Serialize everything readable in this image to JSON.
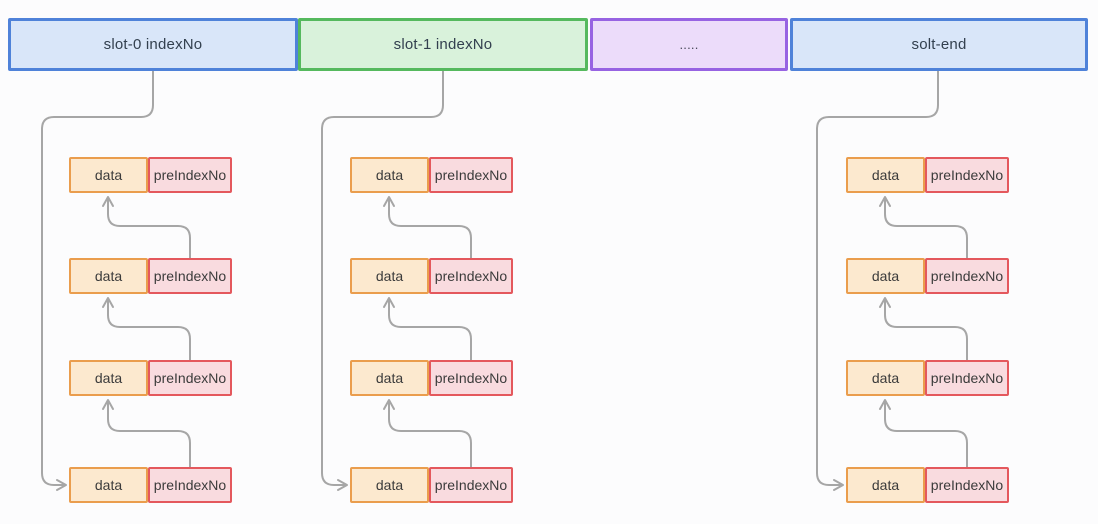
{
  "diagram": {
    "description": "Hash slot index diagram with linked node chains",
    "colors": {
      "background": "#fcfcfd",
      "connector_line": "#a6a6a6",
      "slot_blue_fill": "#d9e6f9",
      "slot_blue_border": "#4f82d9",
      "slot_green_fill": "#d9f2db",
      "slot_green_border": "#55b95e",
      "slot_purple_fill": "#ecdcfa",
      "slot_purple_border": "#9763e2",
      "data_cell_fill": "#fce9cf",
      "data_cell_border": "#ea9d4d",
      "pre_cell_fill": "#f9dbdf",
      "pre_cell_border": "#e4585d"
    },
    "slots": [
      {
        "label": "slot-0 indexNo",
        "color": "blue"
      },
      {
        "label": "slot-1 indexNo",
        "color": "green"
      },
      {
        "label": ".....",
        "color": "purple"
      },
      {
        "label": "solt-end",
        "color": "blue"
      }
    ],
    "columns": [
      {
        "under_slot": "slot-0 indexNo",
        "nodes": [
          {
            "data": "data",
            "pre": "preIndexNo"
          },
          {
            "data": "data",
            "pre": "preIndexNo"
          },
          {
            "data": "data",
            "pre": "preIndexNo"
          },
          {
            "data": "data",
            "pre": "preIndexNo"
          }
        ]
      },
      {
        "under_slot": "slot-1 indexNo",
        "nodes": [
          {
            "data": "data",
            "pre": "preIndexNo"
          },
          {
            "data": "data",
            "pre": "preIndexNo"
          },
          {
            "data": "data",
            "pre": "preIndexNo"
          },
          {
            "data": "data",
            "pre": "preIndexNo"
          }
        ]
      },
      {
        "under_slot": "solt-end",
        "nodes": [
          {
            "data": "data",
            "pre": "preIndexNo"
          },
          {
            "data": "data",
            "pre": "preIndexNo"
          },
          {
            "data": "data",
            "pre": "preIndexNo"
          },
          {
            "data": "data",
            "pre": "preIndexNo"
          }
        ]
      }
    ]
  }
}
